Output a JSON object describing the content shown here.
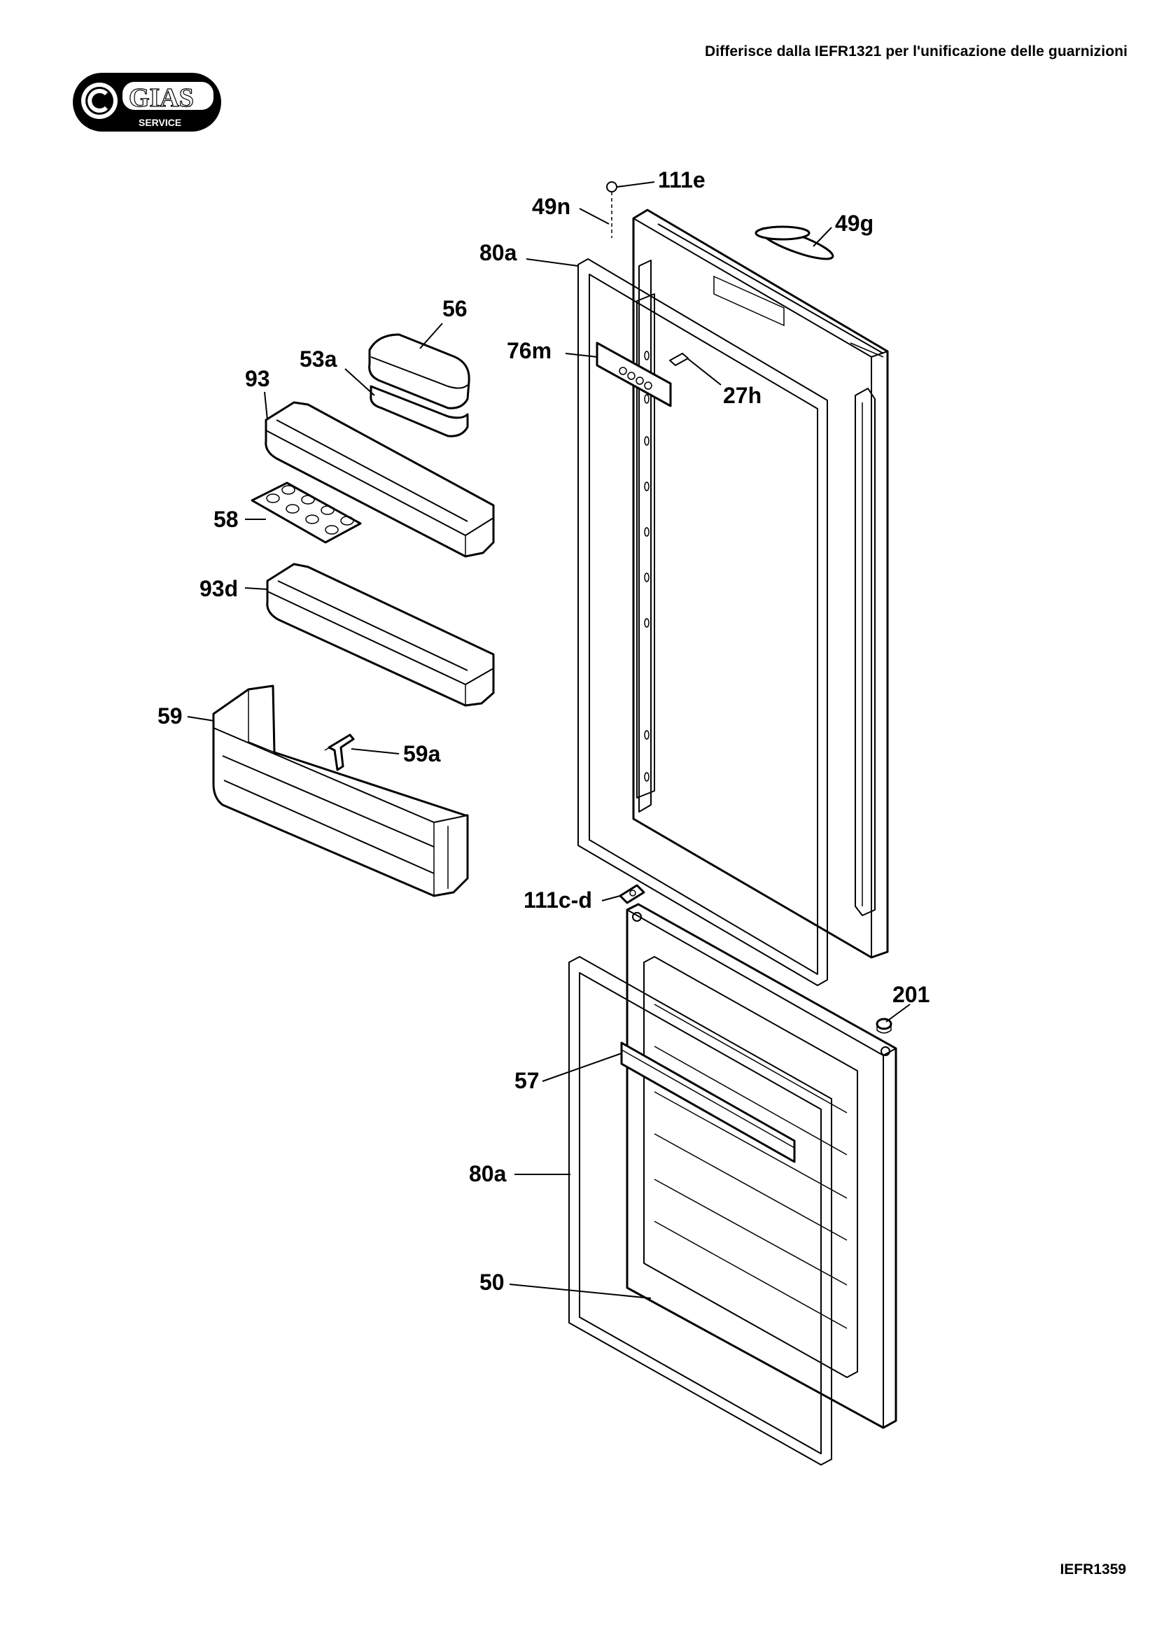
{
  "header": {
    "note": "Differisce dalla IEFR1321 per l'unificazione delle guarnizioni"
  },
  "logo": {
    "brand": "GIAS",
    "sub": "SERVICE"
  },
  "footer": {
    "code": "IEFR1359"
  },
  "labels": {
    "l111e": "111e",
    "l49n": "49n",
    "l49g": "49g",
    "l80a_top": "80a",
    "l56": "56",
    "l53a": "53a",
    "l76m": "76m",
    "l27h": "27h",
    "l93": "93",
    "l58": "58",
    "l93d": "93d",
    "l59": "59",
    "l59a": "59a",
    "l111cd": "111c-d",
    "l201": "201",
    "l57": "57",
    "l80a_bottom": "80a",
    "l50": "50"
  }
}
